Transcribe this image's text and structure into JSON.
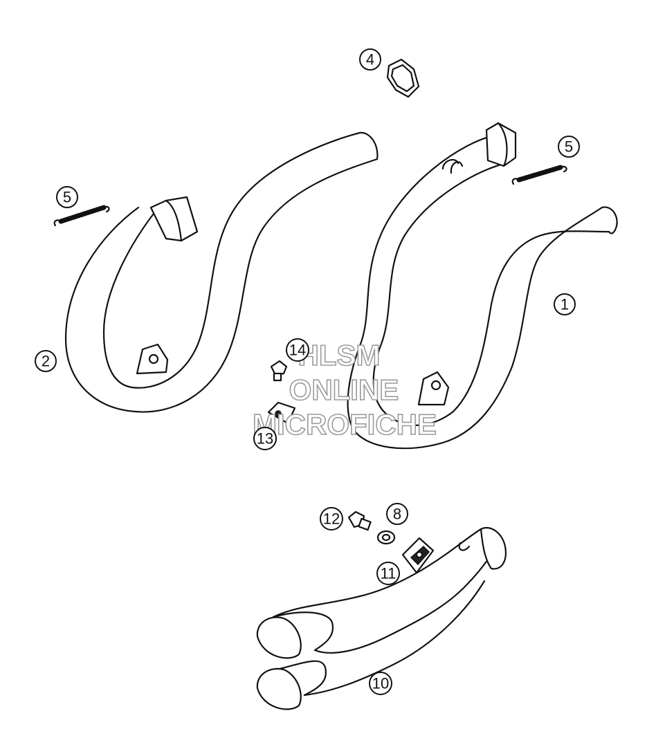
{
  "callouts": [
    {
      "id": "c1",
      "label": "1"
    },
    {
      "id": "c2",
      "label": "2"
    },
    {
      "id": "c4",
      "label": "4"
    },
    {
      "id": "c5a",
      "label": "5"
    },
    {
      "id": "c5b",
      "label": "5"
    },
    {
      "id": "c8",
      "label": "8"
    },
    {
      "id": "c10",
      "label": "10"
    },
    {
      "id": "c11",
      "label": "11"
    },
    {
      "id": "c12",
      "label": "12"
    },
    {
      "id": "c13",
      "label": "13"
    },
    {
      "id": "c14",
      "label": "14"
    }
  ],
  "watermark": {
    "line1": "HLSM",
    "line2": "ONLINE",
    "line3": "MICROFICHE",
    "color": "#9a9a9a"
  }
}
